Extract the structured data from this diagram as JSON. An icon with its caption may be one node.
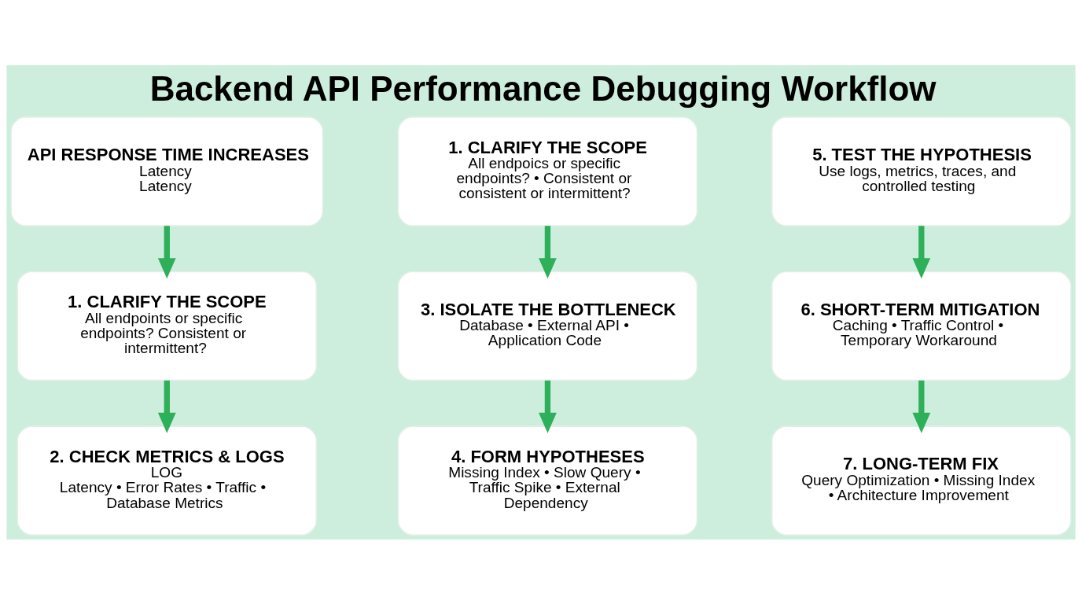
{
  "diagram": {
    "title": "Backend API Performance Debugging Workflow",
    "nodes": [
      {
        "text": [
          "API RESPONSE TIME INCREASES",
          "Latency",
          "Latency"
        ]
      },
      {
        "text": [
          "1. CLARIFY THE SCOPE",
          "All endpoints or specific endpoints? Consistent or intermittent?"
        ]
      },
      {
        "text": [
          "2. CHECK METRICS & LOGS",
          "LOG",
          "Latency • Error Rates • Traffic • Database Metrics"
        ]
      },
      {
        "text": [
          "1. CLARIFY THE SCOPE",
          "All endpoics or specific endpoints? • Consistent or consistent or intermittent?"
        ]
      },
      {
        "text": [
          "3. ISOLATE THE BOTTLENECK",
          "Database • External API • Application Code"
        ]
      },
      {
        "text": [
          "4. FORM HYPOTHESES",
          "Missing Index • Slow Query • Traffic Spike • External Dependency"
        ]
      },
      {
        "text": [
          "5. TEST THE HYPOTHESIS",
          "Use logs, metrics, traces, and controlled testing"
        ]
      },
      {
        "text": [
          "6. SHORT-TERM MITIGATION",
          "Caching • Traffic Control • Temporary Workaround"
        ]
      },
      {
        "text": [
          "7. LONG-TERM FIX",
          "Query Optimization • Missing Index • Architecture Improvement"
        ]
      }
    ],
    "edges": [
      {
        "from": 0,
        "to": 1,
        "arrow": "to"
      },
      {
        "from": 1,
        "to": 2,
        "arrow": "to"
      },
      {
        "from": 3,
        "to": 4,
        "arrow": "to"
      },
      {
        "from": 4,
        "to": 5,
        "arrow": "to"
      },
      {
        "from": 6,
        "to": 7,
        "arrow": "to"
      },
      {
        "from": 7,
        "to": 8,
        "arrow": "to"
      }
    ]
  }
}
